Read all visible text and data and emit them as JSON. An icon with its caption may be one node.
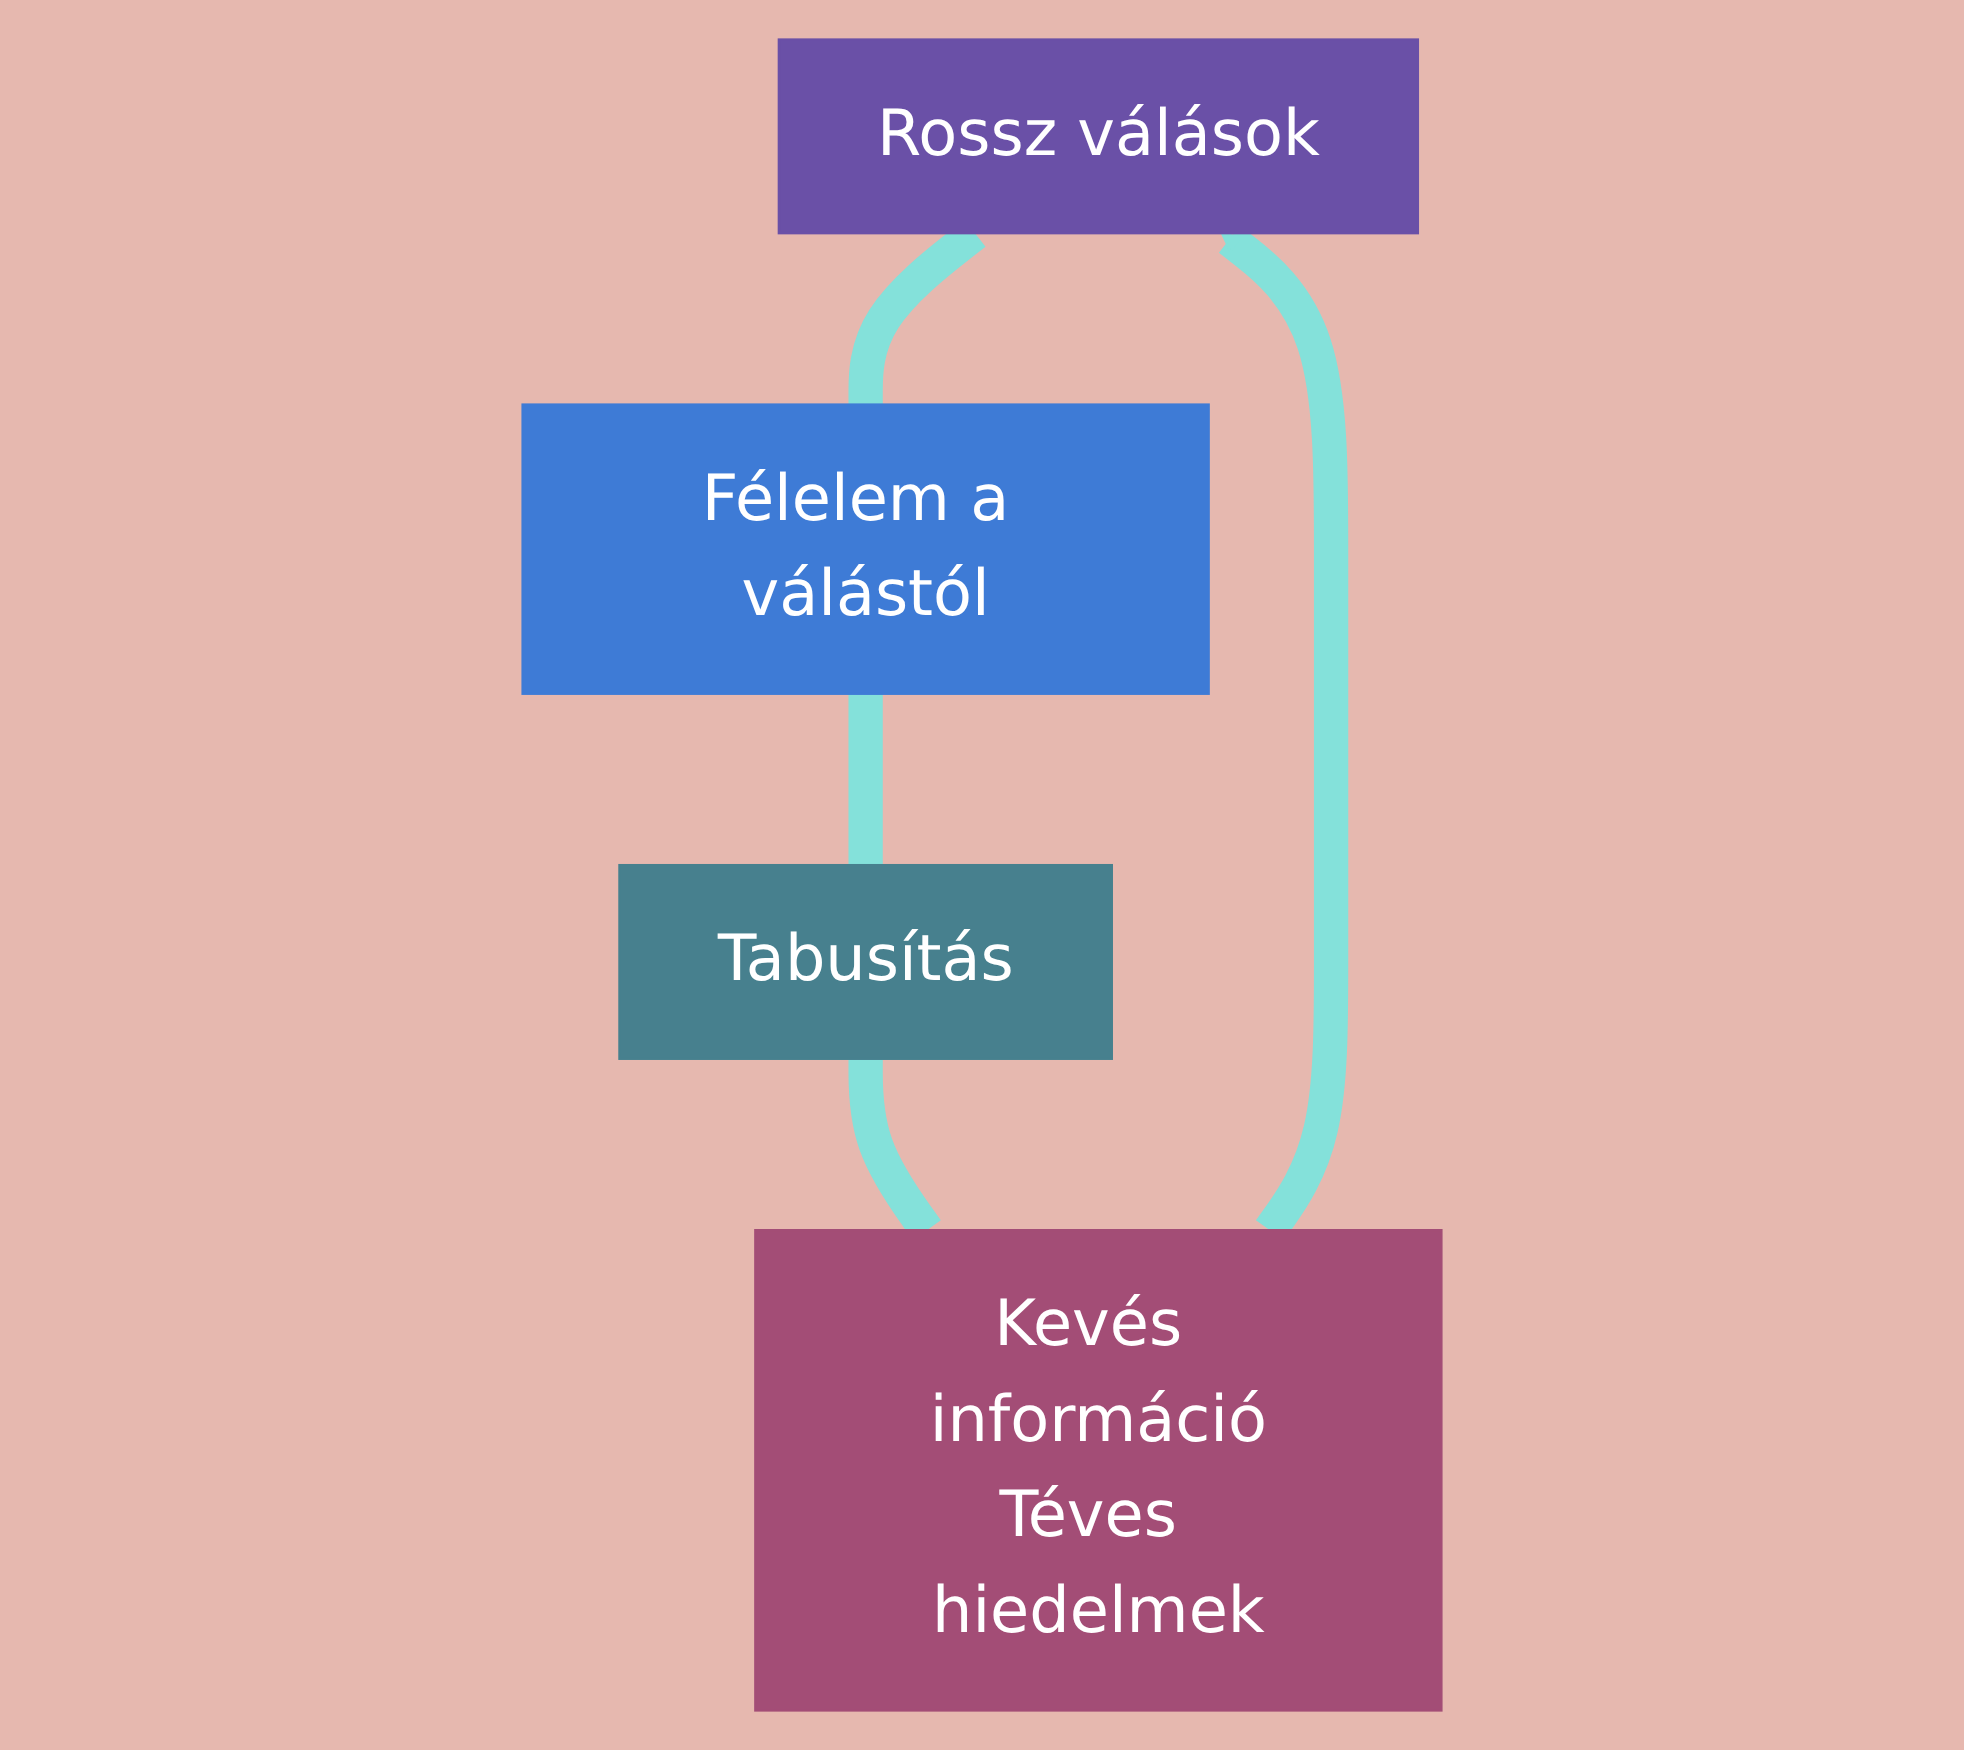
{
  "diagram": {
    "nodes": [
      {
        "text": [
          "Rossz válások"
        ]
      },
      {
        "text": [
          "Félelem a válástól"
        ]
      },
      {
        "text": [
          "Tabusítás"
        ]
      },
      {
        "text": [
          "Kevés információ",
          "Téves hiedelmek"
        ]
      }
    ],
    "edges": [
      {
        "from": 0,
        "to": 1,
        "arrow": "none"
      },
      {
        "from": 1,
        "to": 2,
        "arrow": "none"
      },
      {
        "from": 2,
        "to": 3,
        "arrow": "none"
      },
      {
        "from": 3,
        "to": 0,
        "arrow": "to"
      }
    ]
  }
}
